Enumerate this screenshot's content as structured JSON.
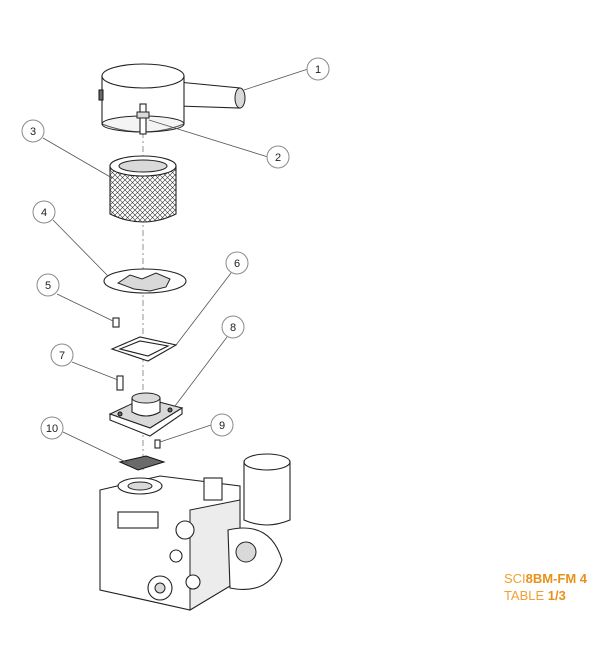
{
  "callouts": [
    "1",
    "2",
    "3",
    "4",
    "5",
    "6",
    "7",
    "8",
    "9",
    "10"
  ],
  "caption": {
    "code_prefix": "SCI",
    "code_main": "8BM-FM 4",
    "table_prefix": "TABLE ",
    "table_main": "1/3"
  },
  "colors": {
    "accent": "#e8901a",
    "accent_light": "#f0a030",
    "line": "#222222"
  }
}
